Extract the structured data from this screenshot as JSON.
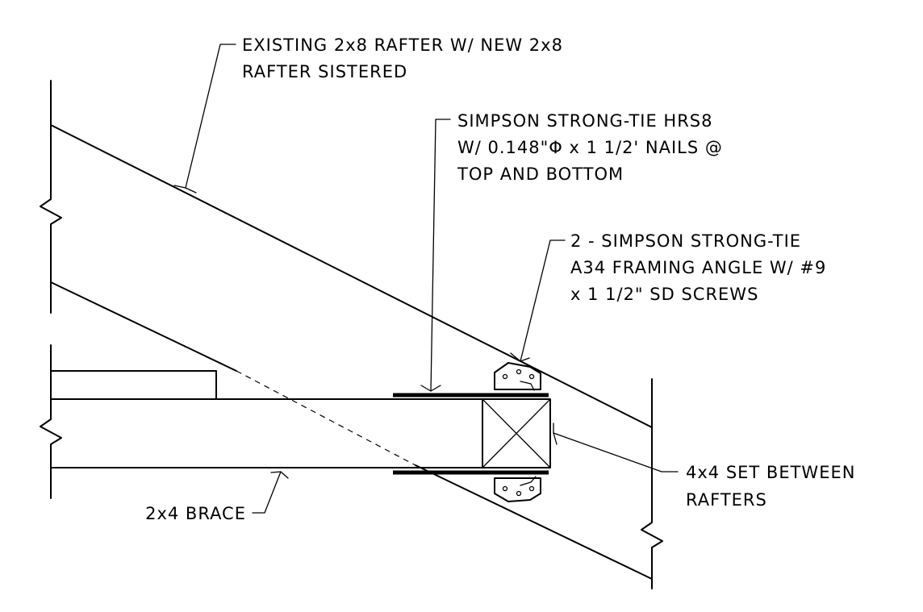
{
  "notes": {
    "rafter": {
      "line1": "EXISTING 2x8 RAFTER W/ NEW 2x8",
      "line2": "RAFTER SISTERED"
    },
    "hrs8": {
      "line1": "SIMPSON STRONG-TIE HRS8",
      "line2": "W/ 0.148\"Φ x 1 1/2' NAILS @",
      "line3": "TOP AND BOTTOM"
    },
    "a34": {
      "line1": "2 - SIMPSON STRONG-TIE",
      "line2": "A34 FRAMING ANGLE W/ #9",
      "line3": "x 1 1/2\" SD SCREWS"
    },
    "block": {
      "line1": "4x4 SET BETWEEN",
      "line2": "RAFTERS"
    },
    "brace": {
      "line1": "2x4 BRACE"
    }
  }
}
